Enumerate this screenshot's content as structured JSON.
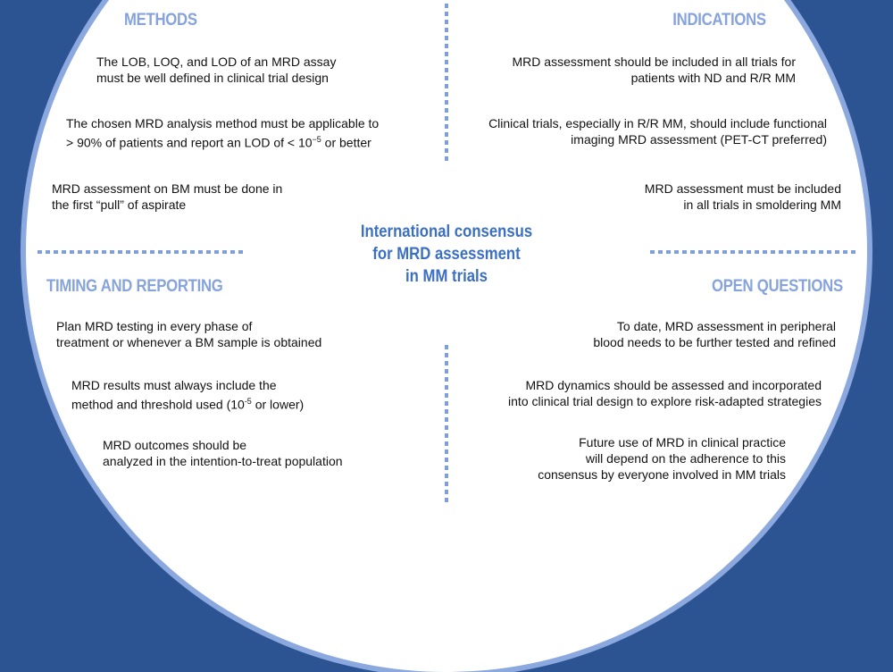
{
  "center_title": [
    "International consensus",
    "for MRD assessment",
    "in MM trials"
  ],
  "methods": {
    "heading": "METHODS",
    "items": [
      [
        "The LOB, LOQ, and LOD of an MRD assay",
        "must be well defined in clinical trial design"
      ],
      [
        "The chosen MRD analysis method must be applicable to",
        "> 90% of patients and report an LOD of < 10",
        "−5",
        " or better"
      ],
      [
        "MRD assessment on BM must be done in",
        "the first “pull” of aspirate"
      ]
    ]
  },
  "indications": {
    "heading": "INDICATIONS",
    "items": [
      [
        "MRD assessment should be included in all trials for",
        "patients with ND and R/R MM"
      ],
      [
        "Clinical trials, especially in R/R MM, should include functional",
        "imaging MRD assessment (PET-CT preferred)"
      ],
      [
        "MRD assessment must be included",
        "in all trials in smoldering MM"
      ]
    ]
  },
  "timing": {
    "heading": "TIMING AND REPORTING",
    "items": [
      [
        "Plan MRD testing in every phase of",
        "treatment or whenever a BM sample is obtained"
      ],
      [
        "MRD results must always include the",
        "method and threshold used (10",
        "-5",
        " or lower)"
      ],
      [
        "MRD outcomes should be",
        "analyzed in the intention-to-treat population"
      ]
    ]
  },
  "open_questions": {
    "heading": "OPEN QUESTIONS",
    "items": [
      [
        "To date, MRD assessment in peripheral",
        "blood needs to be further tested and refined"
      ],
      [
        "MRD dynamics should be assessed and incorporated",
        "into clinical trial design to explore risk-adapted strategies"
      ],
      [
        "Future use of MRD in clinical practice",
        "will depend on the adherence to this",
        "consensus by everyone involved in MM trials"
      ]
    ]
  }
}
